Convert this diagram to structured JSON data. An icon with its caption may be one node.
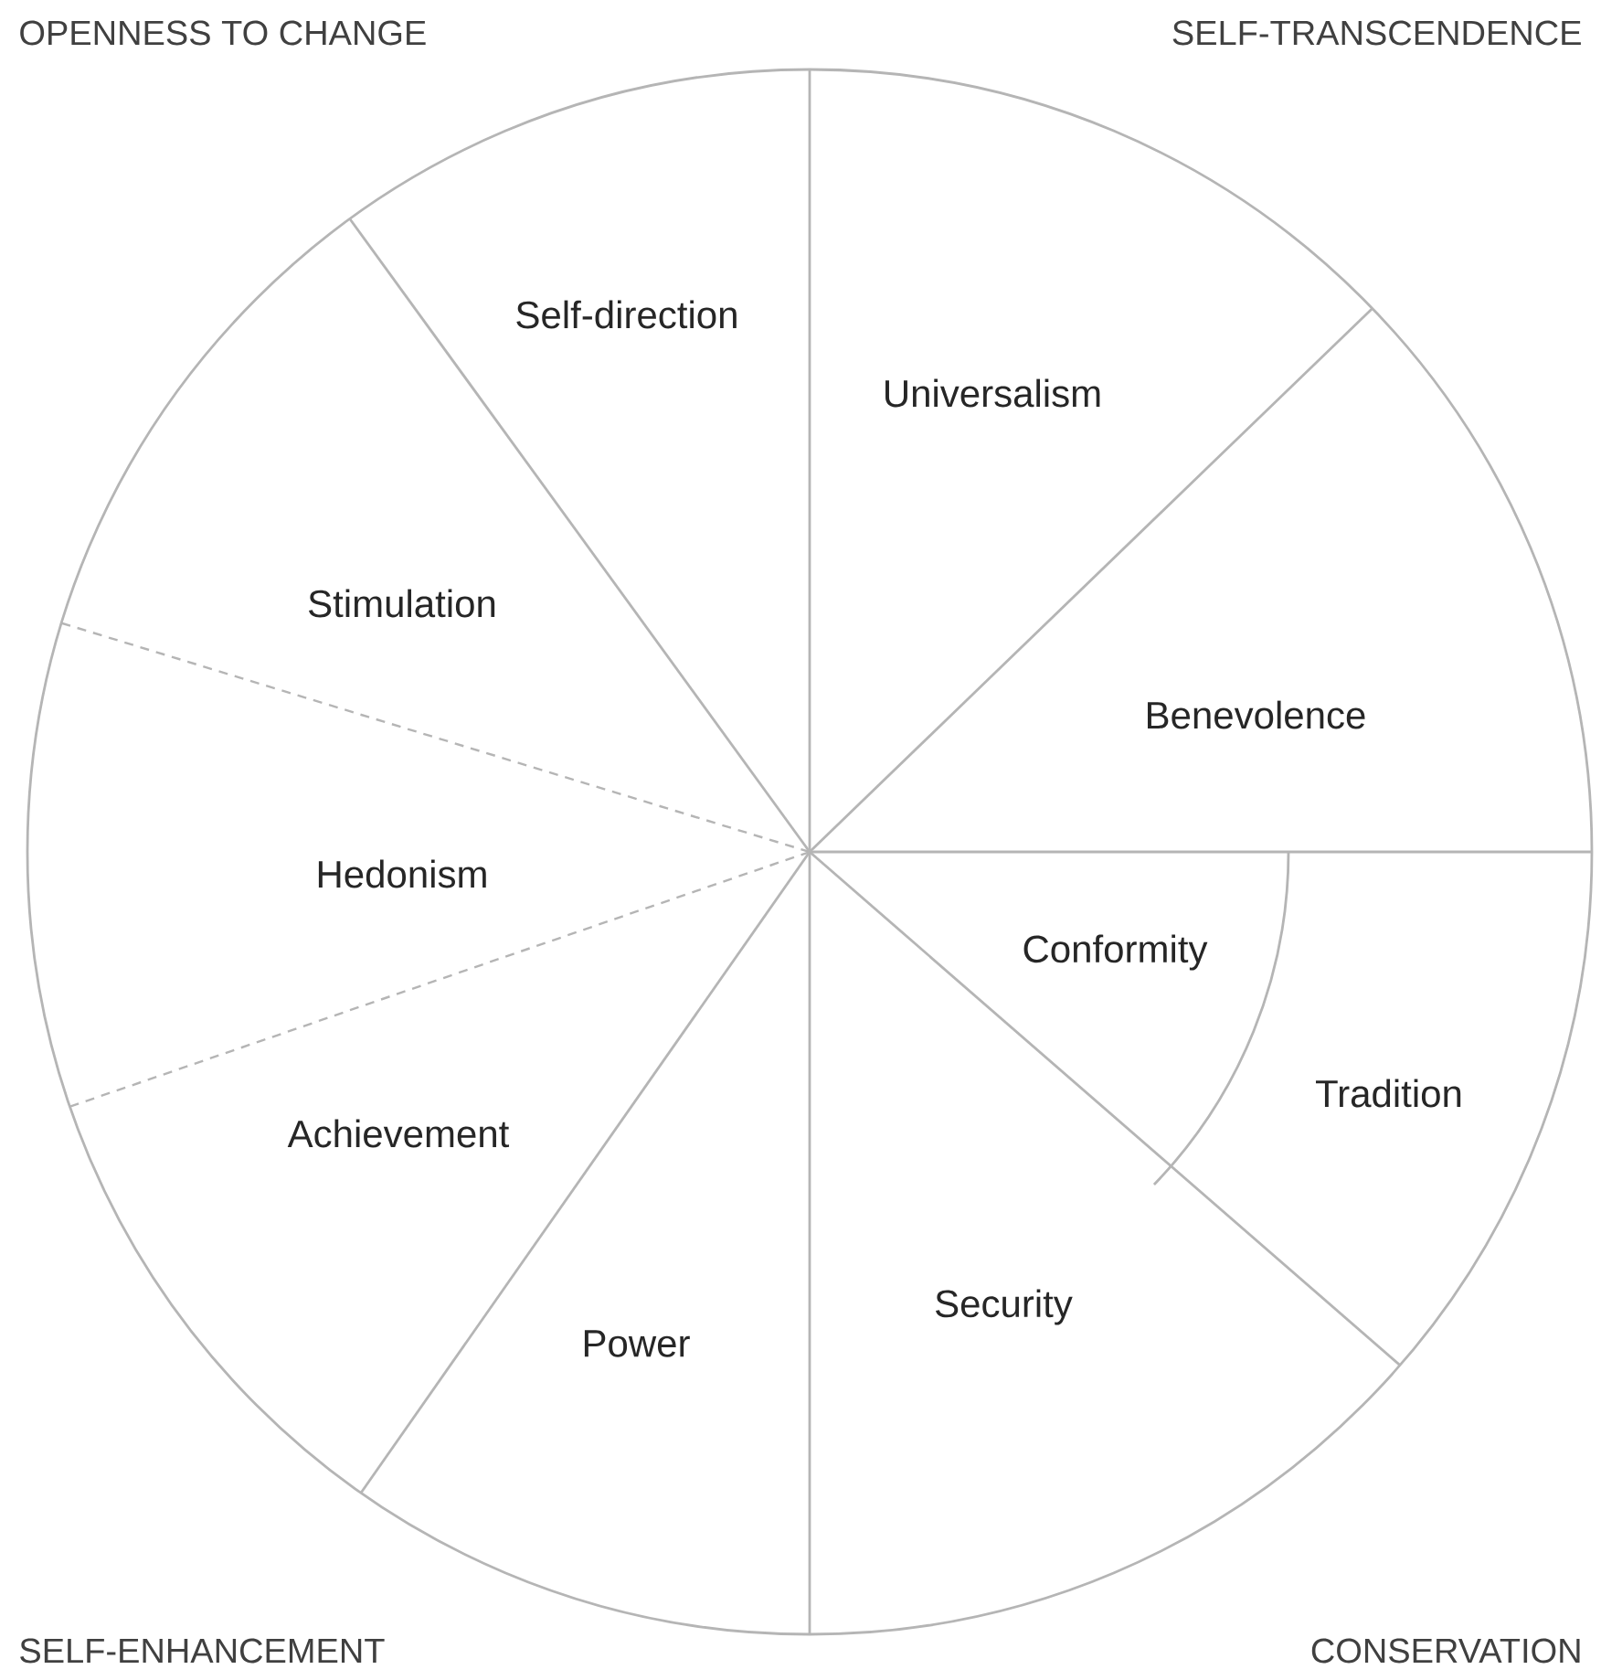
{
  "diagram": {
    "nodes": [
      {
        "text": [
          "Self-direction"
        ]
      },
      {
        "text": [
          "Universalism"
        ]
      },
      {
        "text": [
          "Stimulation"
        ]
      },
      {
        "text": [
          "Benevolence"
        ]
      },
      {
        "text": [
          "Hedonism"
        ]
      },
      {
        "text": [
          "Conformity"
        ]
      },
      {
        "text": [
          "Tradition"
        ]
      },
      {
        "text": [
          "Achievement"
        ]
      },
      {
        "text": [
          "Security"
        ]
      },
      {
        "text": [
          "Power"
        ]
      }
    ],
    "labels": [
      "OPENNESS TO CHANGE",
      "SELF-TRANSCENDENCE",
      "SELF-ENHANCEMENT",
      "CONSERVATION"
    ]
  }
}
